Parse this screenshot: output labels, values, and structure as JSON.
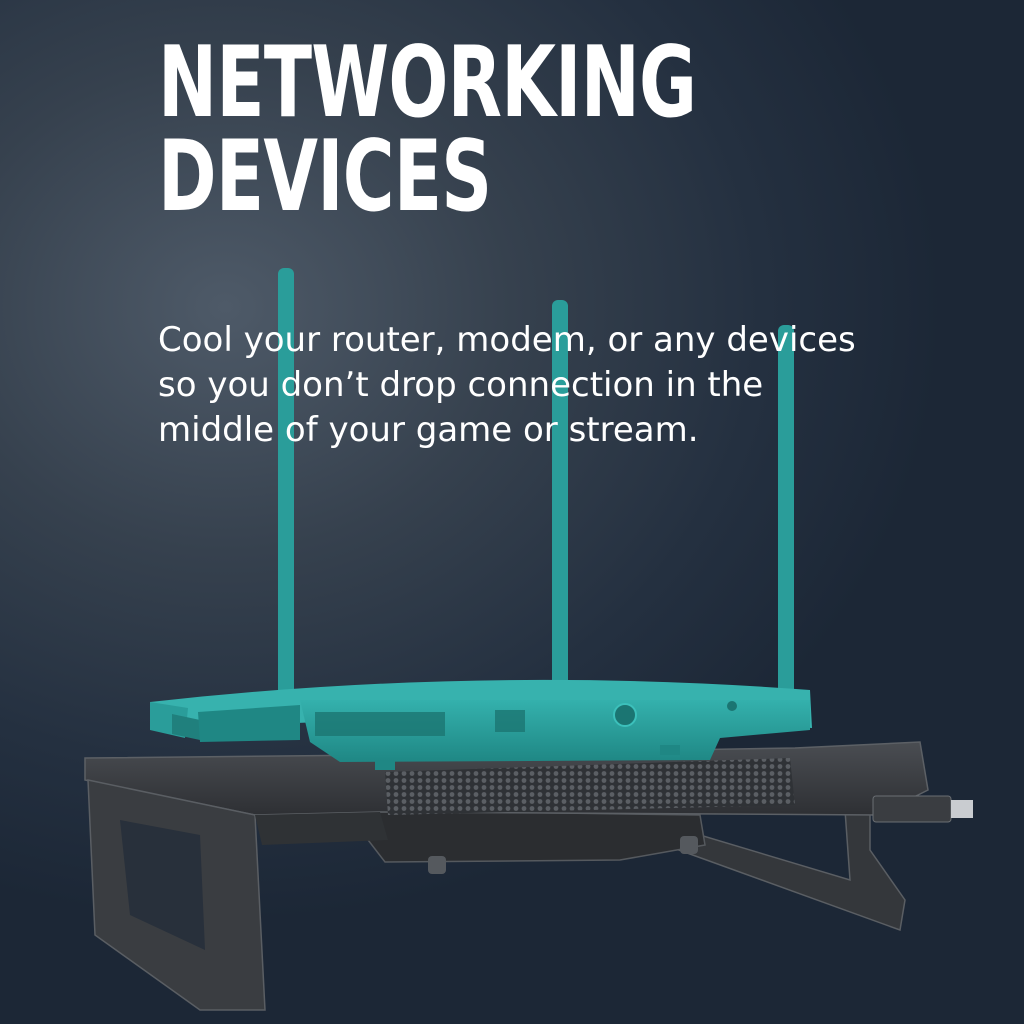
{
  "headline": {
    "line1": "NETWORKING",
    "line2": "DEVICES"
  },
  "body": {
    "line1": "Cool your router, modem, or any devices",
    "line2": "so you don’t drop connection in the",
    "line3": "middle of your game or stream."
  },
  "product": {
    "router_color": "#2a9d9a",
    "stand_color": "#3b3e42",
    "antenna_count": 3,
    "router_icon": "router-with-antennas",
    "stand_icon": "cooling-stand-with-fan",
    "usb_icon": "usb-connector"
  },
  "colors": {
    "background_dark": "#1c2736",
    "background_light": "#4e5a68",
    "text": "#ffffff",
    "accent_teal": "#2a9d9a"
  }
}
